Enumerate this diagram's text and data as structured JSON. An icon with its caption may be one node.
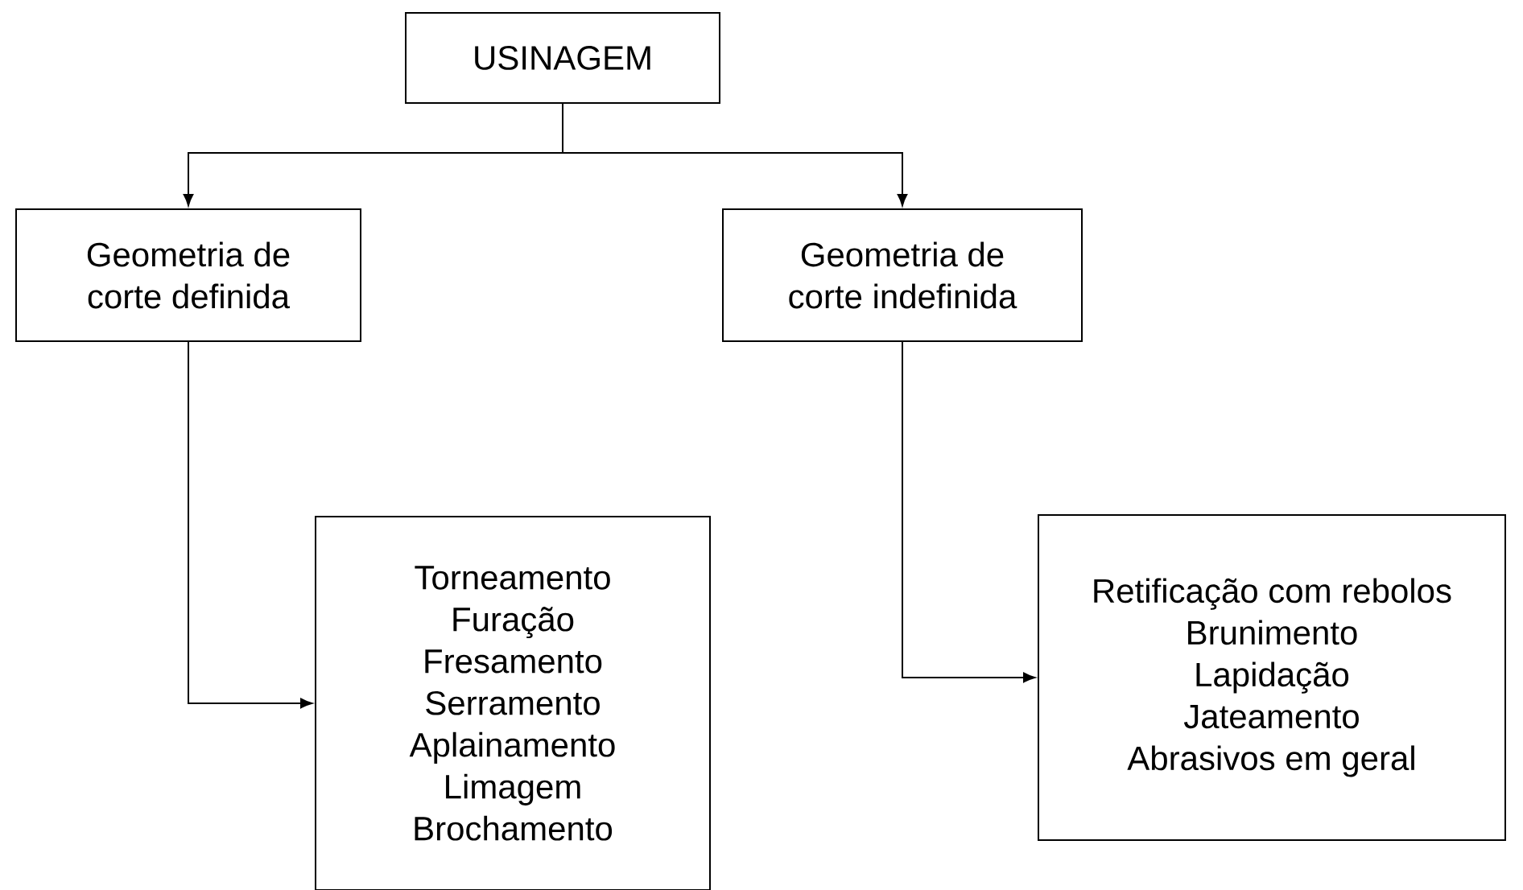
{
  "diagram": {
    "nodes": [
      {
        "text": [
          "USINAGEM"
        ]
      },
      {
        "text": [
          "Geometria de corte definida"
        ]
      },
      {
        "text": [
          "Geometria de corte indefinida"
        ]
      },
      {
        "text": [
          "Torneamento",
          "Furação",
          "Fresamento",
          "Serramento",
          "Aplainamento",
          "Limagem",
          "Brochamento"
        ]
      },
      {
        "text": [
          "Retificação com rebolos",
          "Brunimento",
          "Lapidação",
          "Jateamento",
          "Abrasivos em geral"
        ]
      }
    ],
    "edges": [
      {
        "from": 0,
        "to": 1,
        "arrow": "to"
      },
      {
        "from": 0,
        "to": 2,
        "arrow": "to"
      },
      {
        "from": 1,
        "to": 3,
        "arrow": "to"
      },
      {
        "from": 2,
        "to": 4,
        "arrow": "to"
      }
    ]
  }
}
